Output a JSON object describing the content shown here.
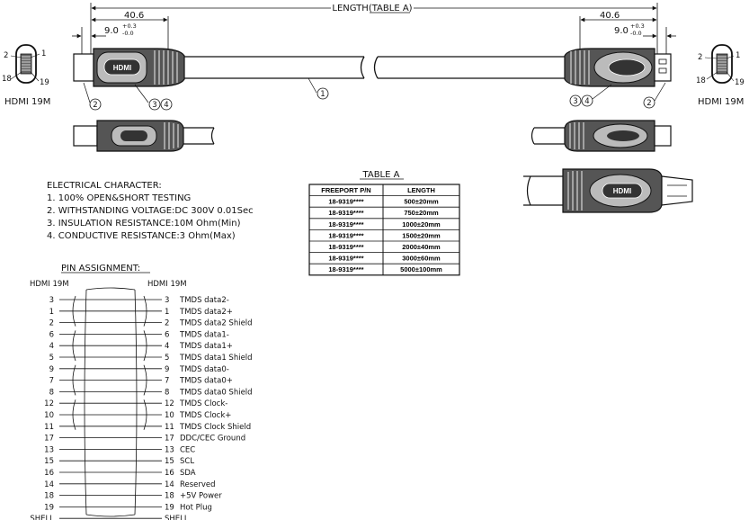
{
  "dimensions": {
    "length_label": "LENGTH(TABLE A)",
    "left_overall": "40.6",
    "right_overall": "40.6",
    "left_sub": "9.0",
    "right_sub": "9.0",
    "tol_plus": "+0.3",
    "tol_minus": "-0.0"
  },
  "callouts": {
    "c1": "1",
    "c2": "2",
    "c3": "3",
    "c4": "4"
  },
  "connector": {
    "left_label": "HDMI 19M",
    "right_label": "HDMI 19M",
    "pin_top_left": "2",
    "pin_top_right": "1",
    "pin_bottom_left": "18",
    "pin_bottom_right": "19",
    "badge": "HDMI"
  },
  "electrical": {
    "title": "ELECTRICAL CHARACTER:",
    "items": [
      "1. 100% OPEN&SHORT TESTING",
      "2. WITHSTANDING VOLTAGE:DC 300V 0.01Sec",
      "3. INSULATION RESISTANCE:10M Ohm(Min)",
      "4. CONDUCTIVE RESISTANCE:3 Ohm(Max)"
    ]
  },
  "table_a": {
    "title": "TABLE A",
    "headers": [
      "FREEPORT P/N",
      "LENGTH"
    ],
    "rows": [
      [
        "18-9319****",
        "500±20mm"
      ],
      [
        "18-9319****",
        "750±20mm"
      ],
      [
        "18-9319****",
        "1000±20mm"
      ],
      [
        "18-9319****",
        "1500±20mm"
      ],
      [
        "18-9319****",
        "2000±40mm"
      ],
      [
        "18-9319****",
        "3000±60mm"
      ],
      [
        "18-9319****",
        "5000±100mm"
      ]
    ]
  },
  "pin_assignment": {
    "title": "PIN ASSIGNMENT:",
    "left_header": "HDMI 19M",
    "right_header": "HDMI 19M",
    "pins": [
      {
        "left": "3",
        "right": "3",
        "signal": "TMDS data2-"
      },
      {
        "left": "1",
        "right": "1",
        "signal": "TMDS data2+"
      },
      {
        "left": "2",
        "right": "2",
        "signal": "TMDS data2 Shield"
      },
      {
        "left": "6",
        "right": "6",
        "signal": "TMDS data1-"
      },
      {
        "left": "4",
        "right": "4",
        "signal": "TMDS data1+"
      },
      {
        "left": "5",
        "right": "5",
        "signal": "TMDS data1 Shield"
      },
      {
        "left": "9",
        "right": "9",
        "signal": "TMDS data0-"
      },
      {
        "left": "7",
        "right": "7",
        "signal": "TMDS data0+"
      },
      {
        "left": "8",
        "right": "8",
        "signal": "TMDS data0 Shield"
      },
      {
        "left": "12",
        "right": "12",
        "signal": "TMDS Clock-"
      },
      {
        "left": "10",
        "right": "10",
        "signal": "TMDS Clock+"
      },
      {
        "left": "11",
        "right": "11",
        "signal": "TMDS Clock Shield"
      },
      {
        "left": "17",
        "right": "17",
        "signal": "DDC/CEC Ground"
      },
      {
        "left": "13",
        "right": "13",
        "signal": "CEC"
      },
      {
        "left": "15",
        "right": "15",
        "signal": "SCL"
      },
      {
        "left": "16",
        "right": "16",
        "signal": "SDA"
      },
      {
        "left": "14",
        "right": "14",
        "signal": "Reserved"
      },
      {
        "left": "18",
        "right": "18",
        "signal": "+5V Power"
      },
      {
        "left": "19",
        "right": "19",
        "signal": "Hot Plug"
      },
      {
        "left": "SHELL",
        "right": "SHELL",
        "signal": ""
      }
    ]
  }
}
